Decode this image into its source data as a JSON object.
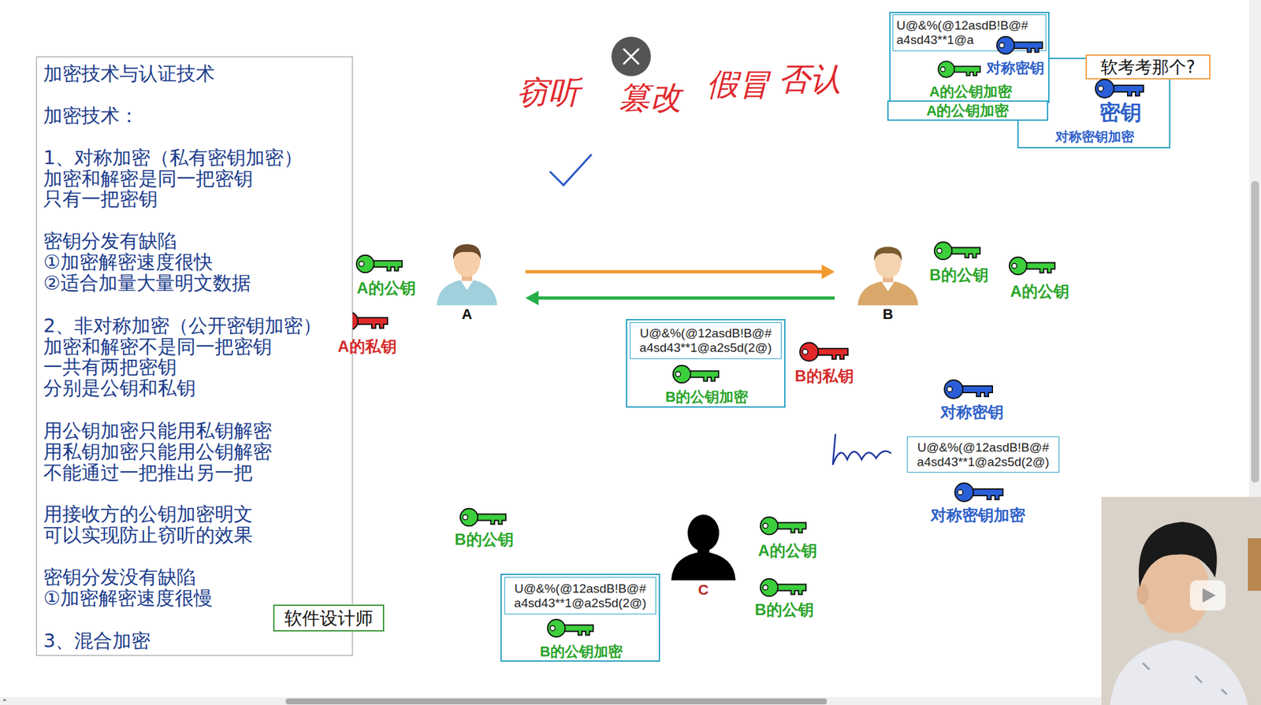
{
  "diagram": {
    "nodes": [
      {
        "text": [
          "加密技术与认证技术",
          "加密技术：",
          "1、对称加密（私有密钥加密）",
          "加密和解密是同一把密钥",
          "只有一把密钥",
          "密钥分发有缺陷",
          "①加密解密速度很快",
          "②适合加量大量明文数据",
          "2、非对称加密（公开密钥加密）",
          "加密和解密不是同一把密钥",
          "一共有两把密钥",
          "分别是公钥和私钥",
          "用公钥加密只能用私钥解密",
          "用私钥加密只能用公钥解密",
          "不能通过一把推出另一把",
          "用接收方的公钥加密明文",
          "可以实现防止窃听的效果",
          "密钥分发没有缺陷",
          "①加密解密速度很慢",
          "3、混合加密"
        ]
      },
      {
        "text": [
          "软件设计师"
        ]
      },
      {
        "text": [
          "A"
        ]
      },
      {
        "text": [
          "B"
        ]
      },
      {
        "text": [
          "C"
        ]
      },
      {
        "text": [
          "B的公钥加密"
        ]
      },
      {
        "text": [
          "U@&%(@12asdB!B@# a4sd43**1@a2s5d(2@)"
        ],
        "in": 5
      },
      {
        "text": [
          "B的公钥加密"
        ]
      },
      {
        "text": [
          "U@&%(@12asdB!B@# a4sd43**1@a2s5d(2@)"
        ],
        "in": 7
      },
      {
        "text": [
          "U@&%(@12asdB!B@# a4sd43**1@a2s5d(2@)"
        ]
      },
      {
        "text": [
          "密钥",
          "对称密钥加密"
        ]
      },
      {
        "text": [
          "A的公钥加密"
        ]
      },
      {
        "text": [
          "U@&%(@12asdB!B@# a4sd43**1@a"
        ],
        "in": 11
      },
      {
        "text": [
          "A的公钥加密"
        ]
      },
      {
        "text": [
          "软考考那个?"
        ]
      }
    ],
    "edges": [
      {
        "from": 2,
        "to": 3,
        "arrow": "to"
      },
      {
        "from": 3,
        "to": 2,
        "arrow": "to"
      }
    ],
    "labels": [
      "窃听",
      "篡改",
      "假冒",
      "否认",
      "A的公钥",
      "A的私钥",
      "B的公钥",
      "A的公钥",
      "B的私钥",
      "对称密钥",
      "对称密钥加密",
      "B的公钥",
      "A的公钥",
      "B的公钥",
      "对称密钥"
    ]
  }
}
